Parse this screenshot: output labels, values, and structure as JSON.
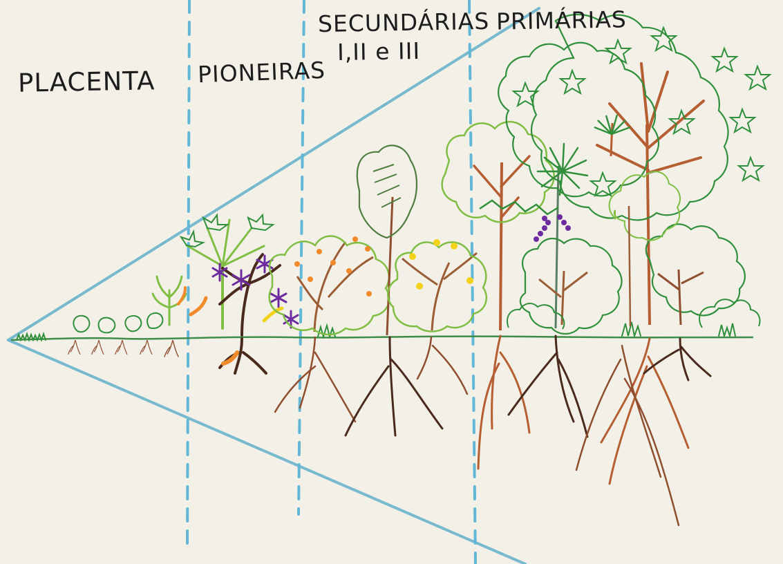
{
  "labels": {
    "placenta": "PLACENTA",
    "pioneiras": "PIONEIRAS",
    "secundarias": "SECUNDÁRIAS",
    "secundarias_sub": "I,II e III",
    "primarias": "PRIMÁRIAS"
  },
  "colors": {
    "paper": "#f4f1e8",
    "divider": "#63b7d6",
    "outline": "#77b9cf",
    "leaf_green": "#2f8f3b",
    "light_green": "#7fbe43",
    "trunk_brown": "#9b5d35",
    "root_brown": "#8f4e2e",
    "purple": "#6c2ca0",
    "orange": "#f08a2a",
    "yellow": "#f3d21b",
    "ink": "#1d1d1d"
  },
  "icons": {
    "placenta_zone": "young-plants",
    "pioneiras_zone": "pioneer-plants",
    "secundarias_zone": "secondary-trees",
    "primarias_zone": "primary-forest"
  }
}
